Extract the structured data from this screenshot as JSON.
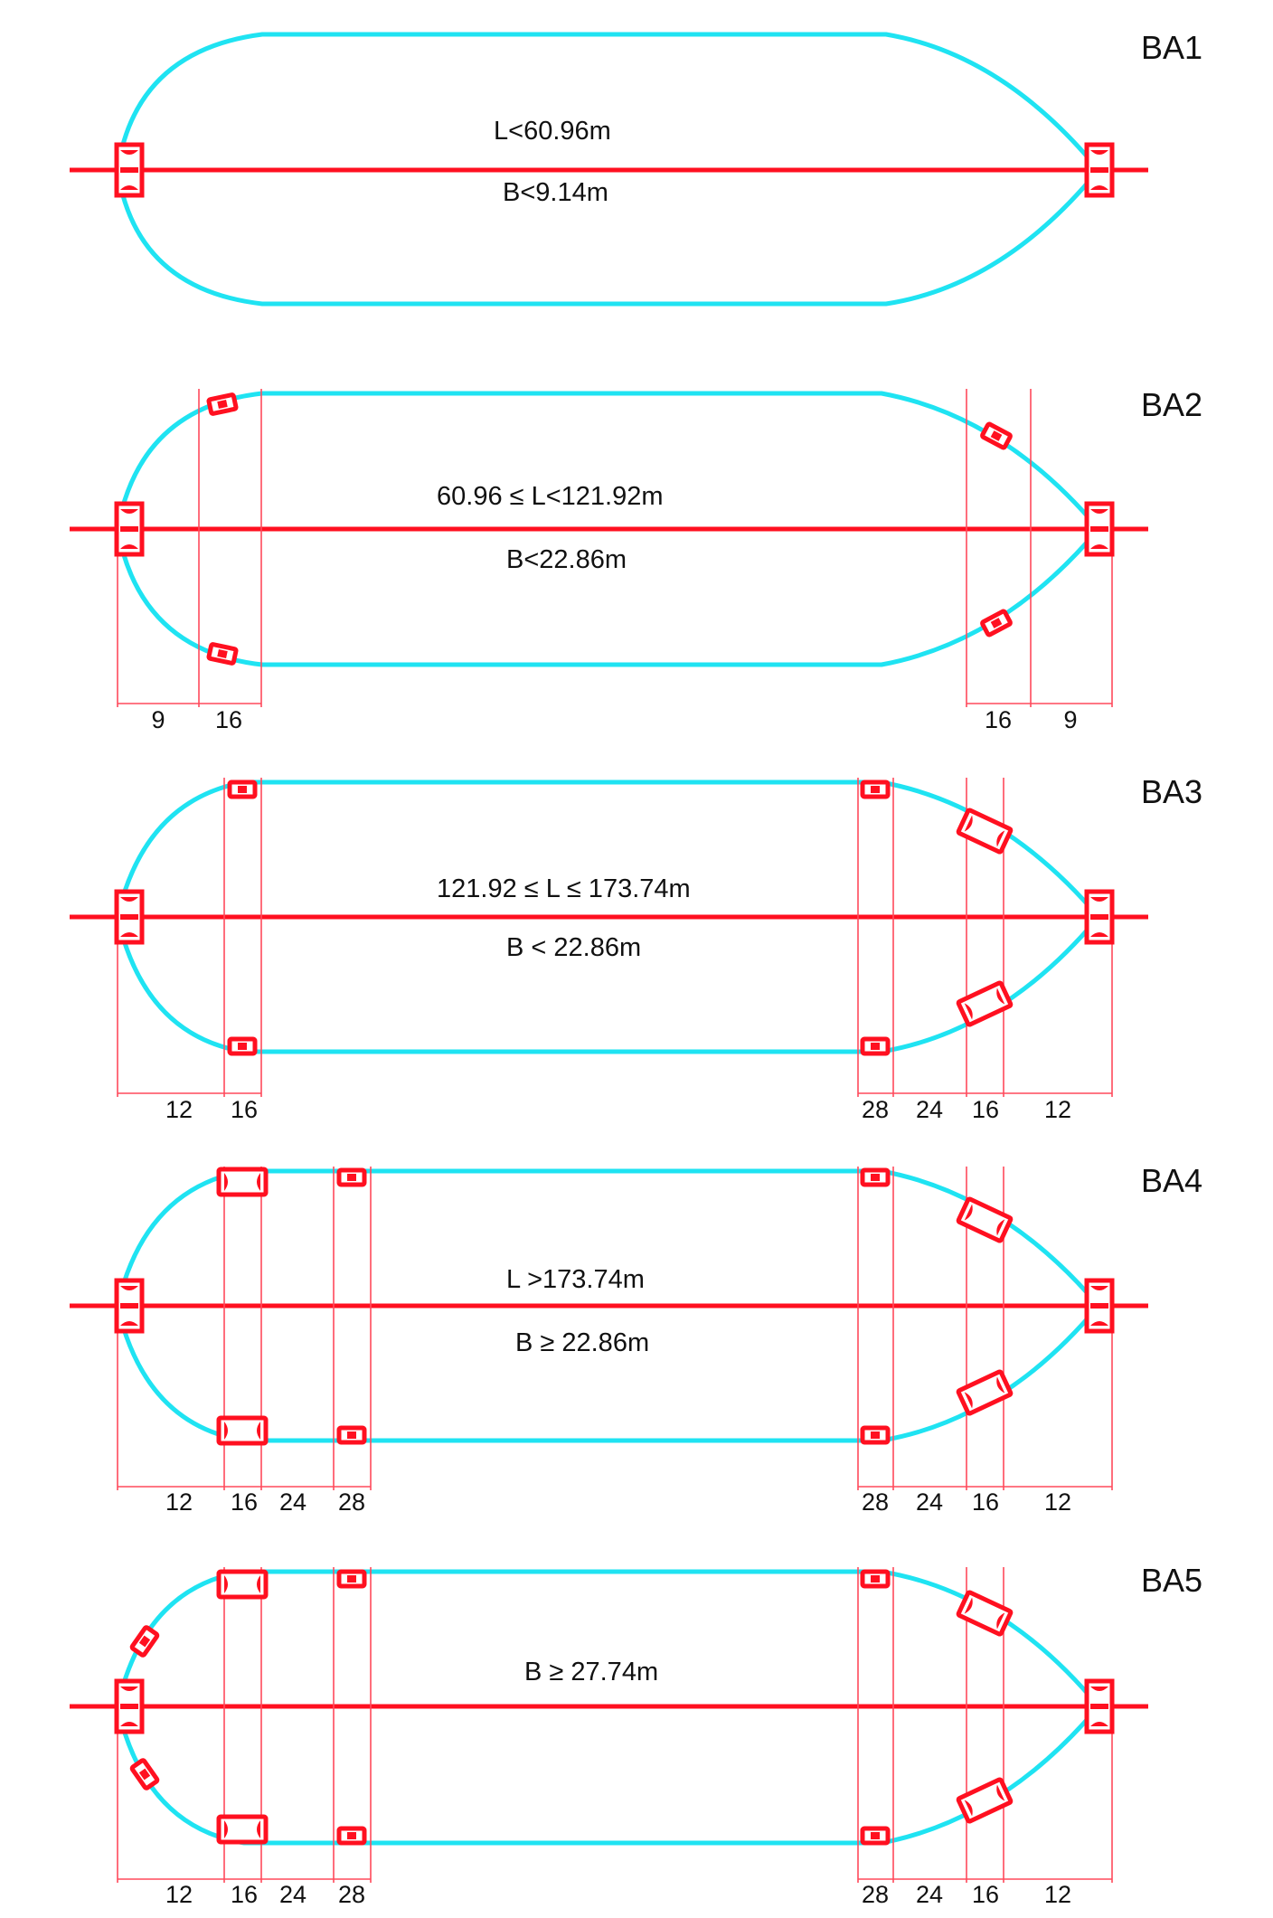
{
  "colors": {
    "hull": "#1fe3f2",
    "centerline": "#ff1020",
    "dimension": "#ff4a5c",
    "text": "#111111"
  },
  "panels": [
    {
      "id": "BA1",
      "label": "BA1",
      "length_text": "L<60.96m",
      "beam_text": "B<9.14m",
      "dims_left": [],
      "dims_right": []
    },
    {
      "id": "BA2",
      "label": "BA2",
      "length_text": "60.96 ≤ L<121.92m",
      "beam_text": "B<22.86m",
      "dims_left": [
        "9",
        "16"
      ],
      "dims_right": [
        "16",
        "9"
      ]
    },
    {
      "id": "BA3",
      "label": "BA3",
      "length_text": "121.92 ≤ L ≤ 173.74m",
      "beam_text": "B < 22.86m",
      "dims_left": [
        "12",
        "16"
      ],
      "dims_right": [
        "28",
        "24",
        "16",
        "12"
      ]
    },
    {
      "id": "BA4",
      "label": "BA4",
      "length_text": "L >173.74m",
      "beam_text": "B ≥ 22.86m",
      "dims_left": [
        "12",
        "16",
        "24",
        "28"
      ],
      "dims_right": [
        "28",
        "24",
        "16",
        "12"
      ]
    },
    {
      "id": "BA5",
      "label": "BA5",
      "length_text": "",
      "beam_text": "B ≥ 27.74m",
      "dims_left": [
        "12",
        "16",
        "24",
        "28"
      ],
      "dims_right": [
        "28",
        "24",
        "16",
        "12"
      ]
    }
  ]
}
